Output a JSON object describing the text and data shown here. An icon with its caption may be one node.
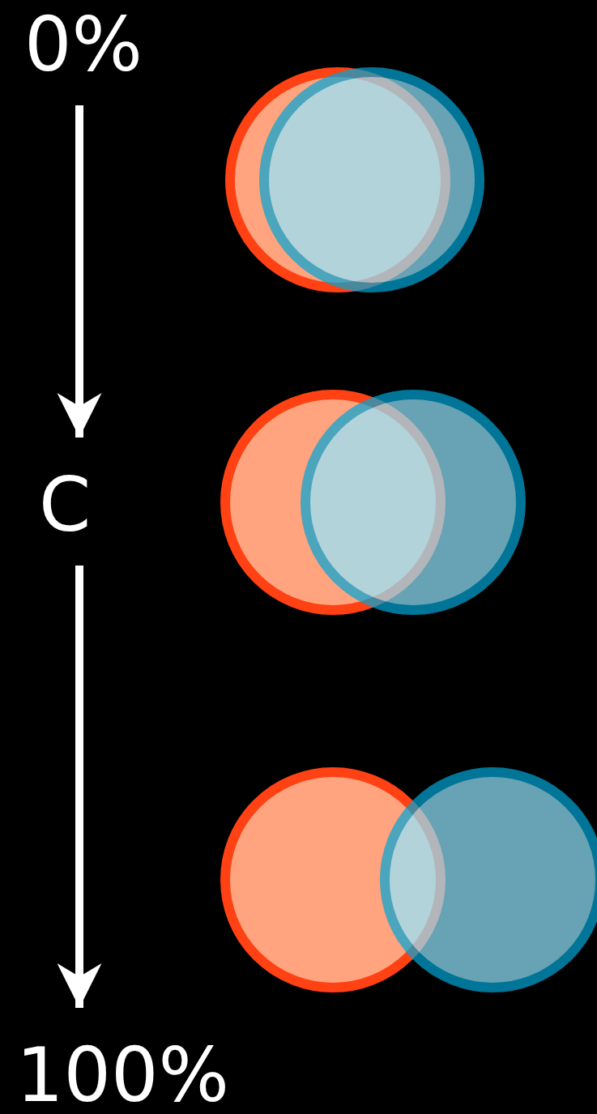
{
  "diagram": {
    "nodes": [
      {
        "text": [
          "0%"
        ]
      },
      {
        "text": [
          "C"
        ]
      },
      {
        "text": [
          "100%"
        ]
      }
    ],
    "edges": [
      {
        "from": 0,
        "to": 1,
        "arrow": "to"
      },
      {
        "from": 1,
        "to": 2,
        "arrow": "to"
      }
    ]
  }
}
